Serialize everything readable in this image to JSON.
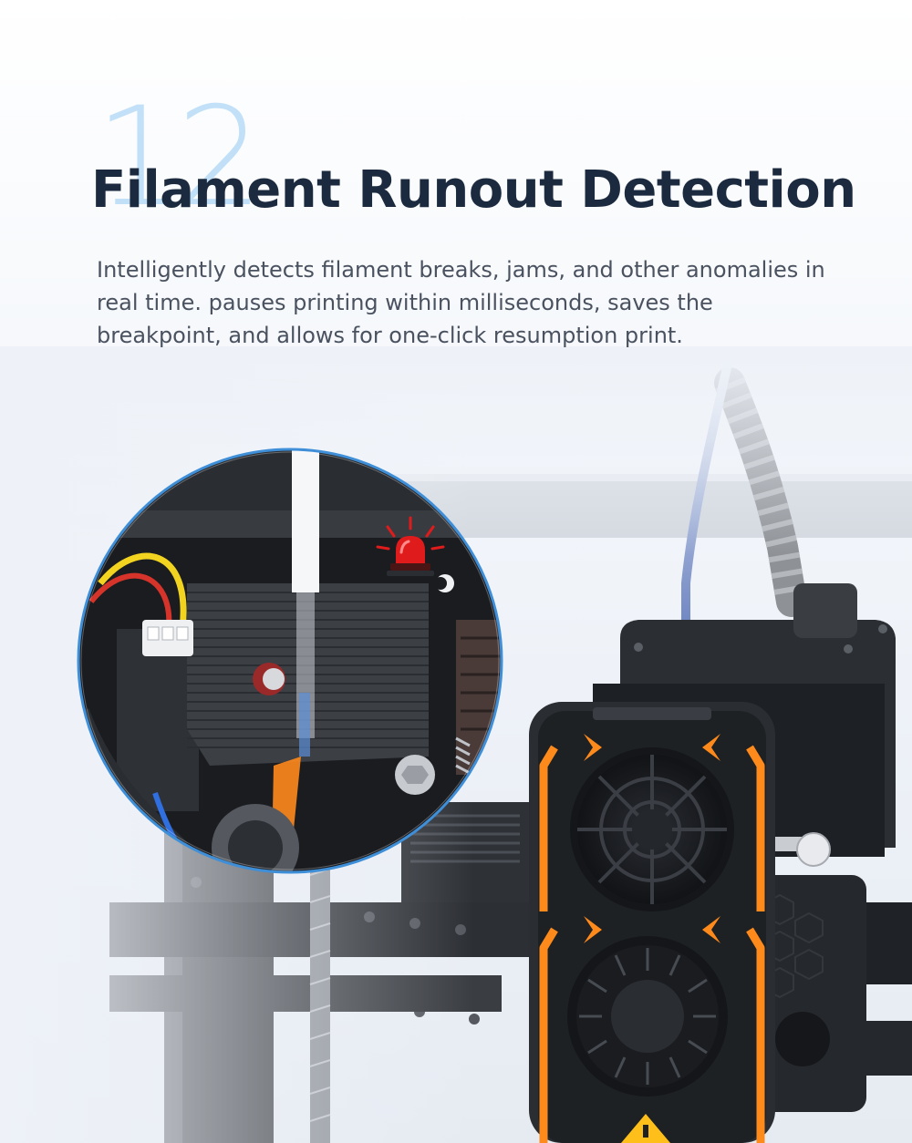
{
  "feature": {
    "number": "12",
    "title": "Filament Runout Detection",
    "description": "Intelligently detects filament breaks, jams, and other anomalies in real time. pauses printing within milliseconds, saves the breakpoint, and allows for one-click resumption print."
  },
  "icons": {
    "alarm": "red-warning-beacon-icon",
    "warning": "hazard-triangle-icon"
  },
  "colors": {
    "accent": "#ff8a1c",
    "number": "#b8dcf6",
    "title": "#1b2a3e",
    "text": "#4a5260",
    "alarm": "#e01b1b",
    "zoom_ring": "#3f8fd8"
  }
}
